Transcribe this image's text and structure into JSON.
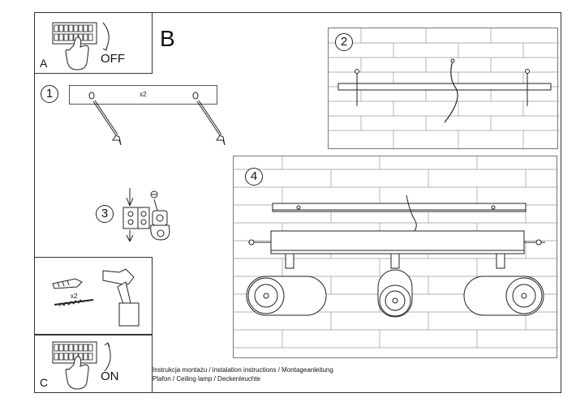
{
  "panels": {
    "a": {
      "letter": "A",
      "action": "OFF"
    },
    "b": {
      "letter": "B"
    },
    "c": {
      "letter": "C",
      "action": "ON"
    }
  },
  "steps": {
    "step1": {
      "number": "1",
      "quantity": "x2"
    },
    "step2": {
      "number": "2"
    },
    "step3": {
      "number": "3"
    },
    "step4": {
      "number": "4"
    },
    "drill": {
      "quantity": "x2"
    }
  },
  "caption": {
    "line1": "Instrukcja montażu / instalation instructions / Montageanleitung",
    "line2": "Plafon / Ceiling lamp / Deckenleuchte"
  }
}
